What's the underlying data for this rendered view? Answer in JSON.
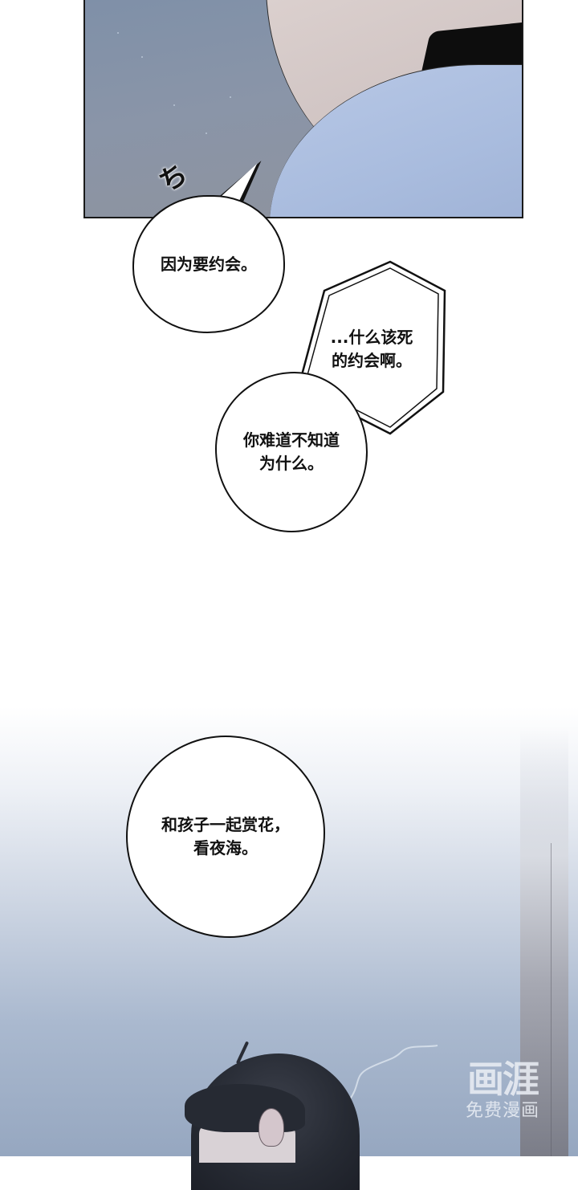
{
  "comic": {
    "panel_top": {
      "description": "close-up of a man's neck and chin holding a black phone, light blue shirt",
      "colors": {
        "sky": "#8a95a8",
        "skin": "#d4c9c8",
        "shirt": "#abbedf",
        "phone": "#0d0d0d",
        "border": "#1a1a1a"
      },
      "sfx": "ち"
    },
    "bubbles": [
      {
        "id": "b1",
        "shape": "round",
        "lines": [
          "因为要约会。"
        ]
      },
      {
        "id": "b2",
        "shape": "hexagon",
        "lines": [
          "...什么该死",
          "的约会啊。"
        ]
      },
      {
        "id": "b3",
        "shape": "round",
        "lines": [
          "你难道不知道",
          "为什么。"
        ]
      },
      {
        "id": "b4",
        "shape": "round",
        "lines": [
          "和孩子一起赏花，",
          "看夜海。"
        ]
      }
    ],
    "panel_bottom": {
      "description": "top of a dark-haired boy's head against a pale blue misty background, faint smoke wisps",
      "colors": {
        "bg_top": "#eef1f6",
        "bg_bottom": "#96a7c0",
        "hair": "#262a33",
        "pillar": "#7b7d88"
      }
    }
  },
  "watermark": {
    "logo": "画涯",
    "subtitle": "免费漫画"
  }
}
